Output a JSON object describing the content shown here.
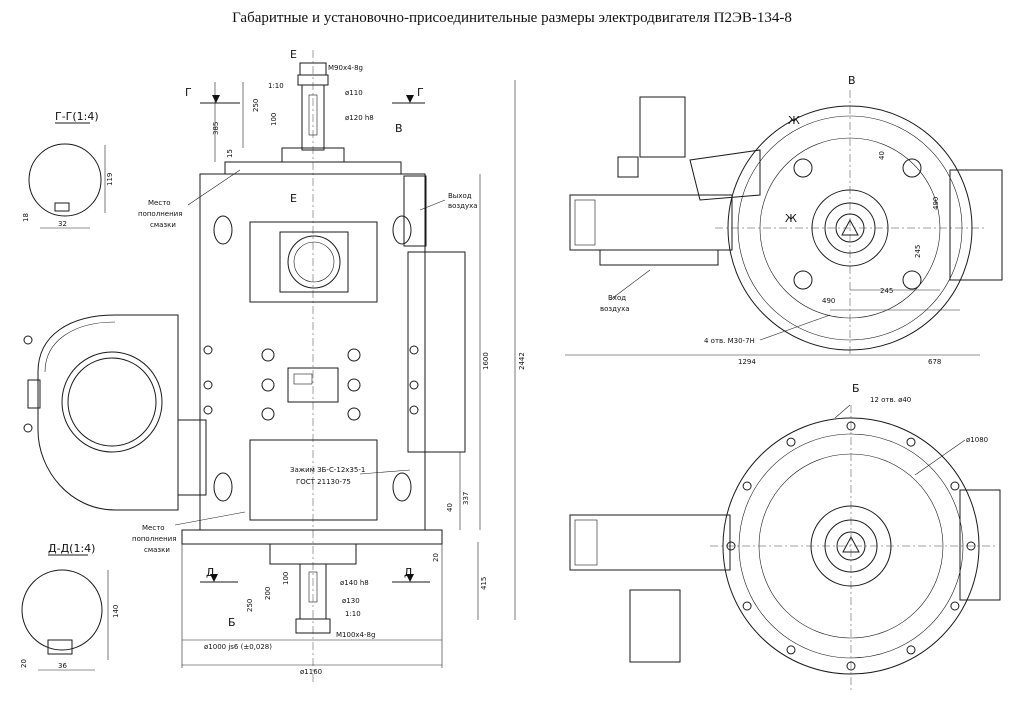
{
  "title": "Габаритные и установочно-присоединительные размеры электродвигателя П2ЭВ-134-8",
  "section_gg": {
    "label": "Г-Г(1:4)",
    "dims": [
      "119",
      "18",
      "32"
    ]
  },
  "section_dd": {
    "label": "Д-Д(1:4)",
    "dims": [
      "140",
      "20",
      "36"
    ]
  },
  "main_view": {
    "top_labels": {
      "e1": "Е",
      "e2": "Е",
      "g1": "Г",
      "g2": "Г",
      "v": "В",
      "thread_top": "M90x4-8g",
      "taper_top": "1:10",
      "d110": "ø110",
      "d120": "ø120 h8"
    },
    "top_dims": {
      "d385": "385",
      "d250": "250",
      "d100": "100",
      "d15": "15"
    },
    "notes": {
      "lube_top": [
        "Место",
        "пополнения",
        "смазки"
      ],
      "air_out": [
        "Выход",
        "воздуха"
      ],
      "lube_bottom": [
        "Место",
        "пополнения",
        "смазки"
      ],
      "earth": [
        "Зажим ЗБ-С-12х35-1",
        "ГОСТ 21130-75"
      ]
    },
    "right_dims": {
      "d2442": "2442",
      "d1600": "1600",
      "d337": "337",
      "d40": "40",
      "d20": "20",
      "d415": "415"
    },
    "bottom_labels": {
      "d1": "Д",
      "d2": "Д",
      "b": "Б",
      "d140": "ø140 h8",
      "d130": "ø130",
      "taper_bottom": "1:10",
      "thread_bottom": "M100x4-8g",
      "d250b": "250",
      "d200": "200",
      "d100b": "100",
      "d1000": "ø1000 js6 (±0,028)",
      "d1160": "ø1160"
    }
  },
  "view_v": {
    "label": "В",
    "air_in": [
      "Вход",
      "воздуха"
    ],
    "holes": "4 отв. М30-7Н",
    "dims": {
      "zh": "Ж",
      "d40": "40",
      "d490v": "490",
      "d490h": "490",
      "d245": "245",
      "d245v": "245",
      "d1294": "1294",
      "d678": "678"
    }
  },
  "view_b": {
    "label": "Б",
    "holes": "12 отв. ø40",
    "d1080": "ø1080"
  }
}
